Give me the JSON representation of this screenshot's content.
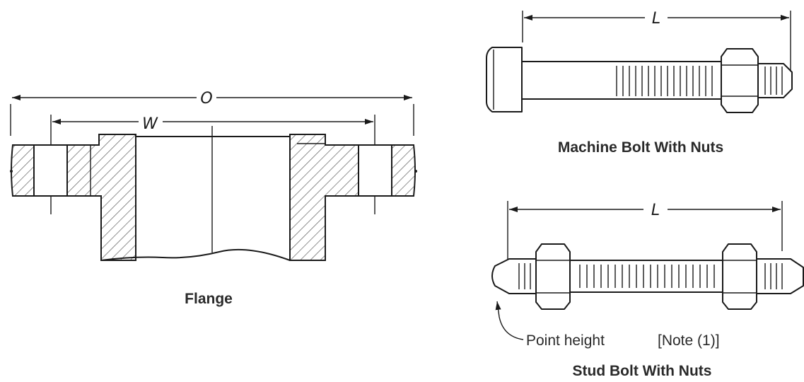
{
  "flange": {
    "caption": "Flange",
    "dim_outer": "O",
    "dim_bolt_circle": "W"
  },
  "machine_bolt": {
    "caption": "Machine Bolt With Nuts",
    "dim_length": "L"
  },
  "stud_bolt": {
    "caption": "Stud Bolt With Nuts",
    "dim_length": "L",
    "point_label": "Point height",
    "note_ref": "[Note (1)]"
  }
}
